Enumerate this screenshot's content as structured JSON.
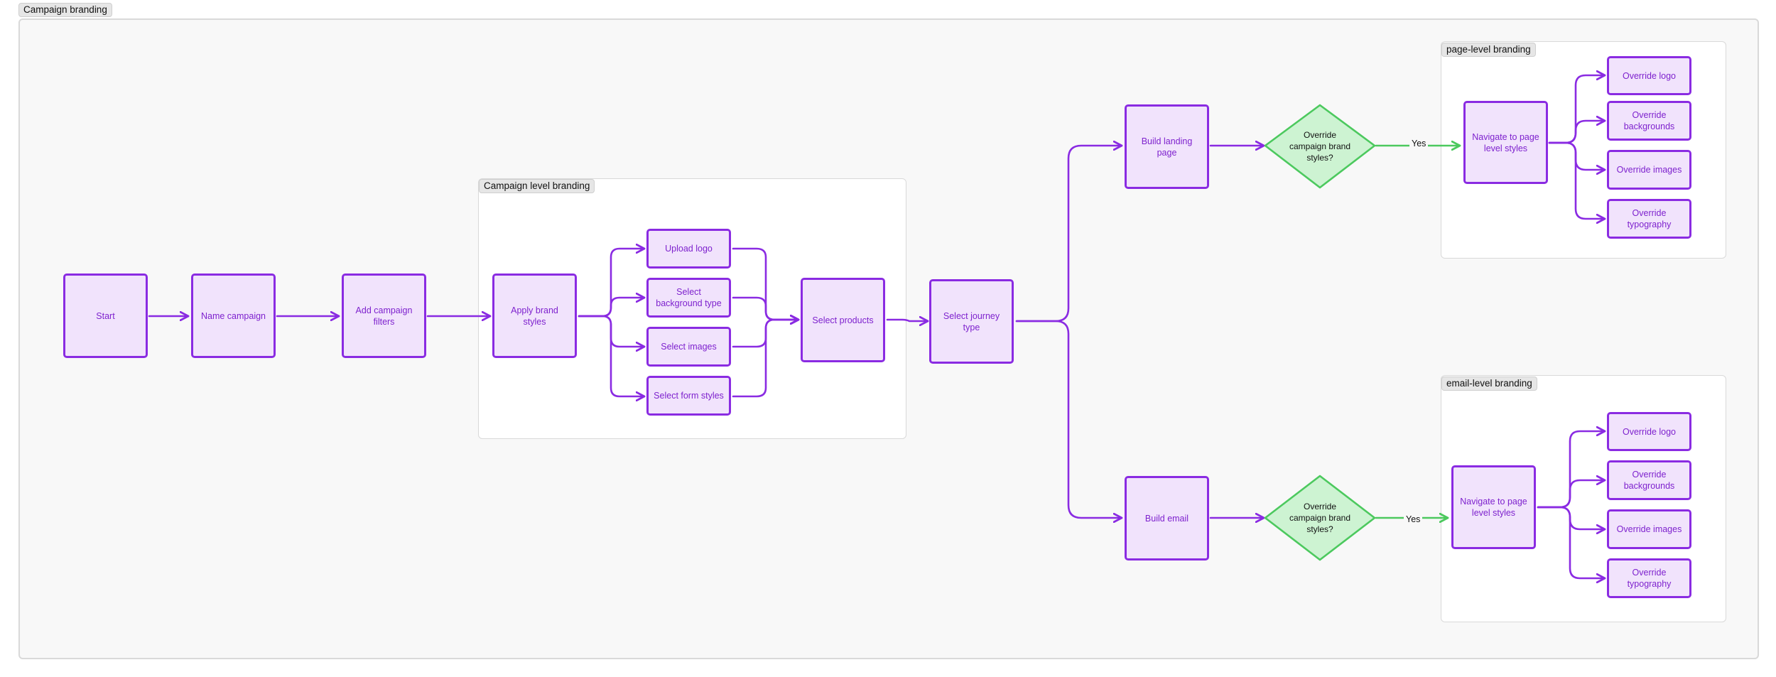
{
  "frames": {
    "main": "Campaign branding",
    "campaign_level": "Campaign level branding",
    "page_level": "page-level branding",
    "email_level": "email-level branding"
  },
  "nodes": {
    "start": "Start",
    "name_campaign": "Name campaign",
    "add_filters": "Add campaign filters",
    "apply_brand": "Apply brand styles",
    "upload_logo": "Upload logo",
    "select_bg_type": "Select background type",
    "select_images": "Select images",
    "select_form_styles": "Select form styles",
    "select_products": "Select products",
    "select_journey": "Select journey type",
    "build_landing": "Build landing page",
    "build_email": "Build email",
    "decision_page": "Override campaign brand styles?",
    "decision_email": "Override campaign brand styles?",
    "nav_page": "Navigate to page level styles",
    "nav_email": "Navigate to page level styles",
    "page_logo": "Override logo",
    "page_backgrounds": "Override backgrounds",
    "page_images": "Override images",
    "page_typography": "Override typography",
    "email_logo": "Override logo",
    "email_backgrounds": "Override backgrounds",
    "email_images": "Override images",
    "email_typography": "Override typography"
  },
  "edge_labels": {
    "yes_page": "Yes",
    "yes_email": "Yes"
  },
  "colors": {
    "node_fill": "#f1e3fc",
    "node_stroke": "#8a2be2",
    "node_text": "#7e22ce",
    "decision_fill": "#cdf3d2",
    "decision_stroke": "#4cc95e",
    "edge_purple": "#8a2be2",
    "edge_green": "#4cc95e"
  }
}
